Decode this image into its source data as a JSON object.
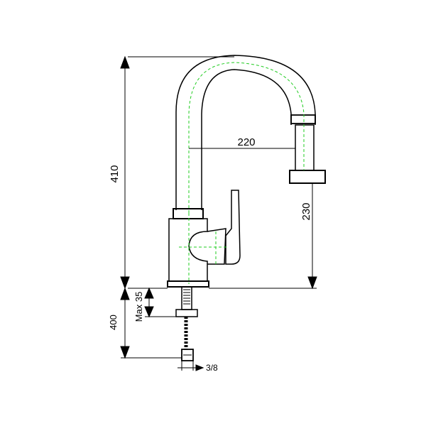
{
  "dimensions": {
    "overall_height": "410",
    "reach": "220",
    "spout_clearance": "230",
    "max_deck_thickness": "Max 35",
    "hose_length": "400",
    "connection_size": "3/8"
  },
  "colors": {
    "outline": "#000000",
    "centerline": "#22cc22",
    "background": "#ffffff"
  }
}
